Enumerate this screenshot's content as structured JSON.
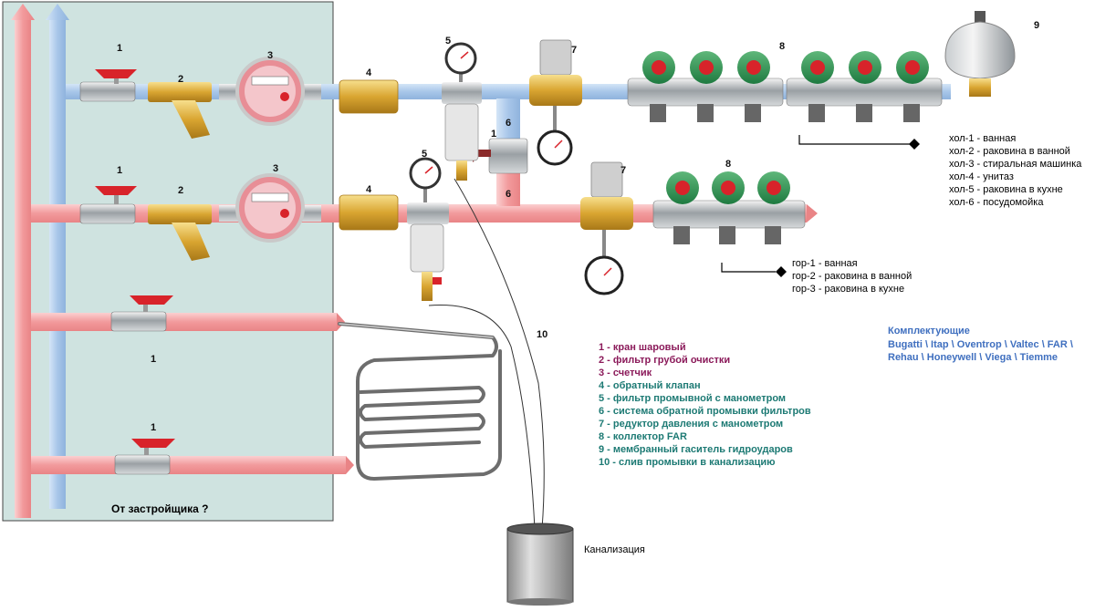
{
  "diagram": {
    "developer_caption": "От застройщика ?",
    "sewer_label": "Канализация",
    "markers": {
      "ball_valve": "1",
      "strainer": "2",
      "meter": "3",
      "check_valve": "4",
      "filter": "5",
      "backflush": "6",
      "reducer": "7",
      "manifold": "8",
      "arrestor": "9",
      "drain": "10"
    },
    "cold_outlets": [
      "хол-1 - ванная",
      "хол-2 - раковина в ванной",
      "хол-3 - стиральная машинка",
      "хол-4 - унитаз",
      "хол-5 - раковина в кухне",
      "хол-6 - посудомойка"
    ],
    "hot_outlets": [
      "гор-1 - ванная",
      "гор-2 - раковина в ванной",
      "гор-3 - раковина в кухне"
    ],
    "legend": [
      "1 - кран шаровый",
      "2 - фильтр грубой очистки",
      "3 - счетчик",
      "4 - обратный клапан",
      "5 - фильтр промывной с манометром",
      "6 - система обратной промывки фильтров",
      "7 - редуктор давления с манометром",
      "8 - коллектор FAR",
      "9 - мембранный гаситель гидроударов",
      "10 - слив промывки в канализацию"
    ],
    "brands_title": "Комплектующие",
    "brands_lines": [
      "Bugatti \\ Itap \\ Oventrop \\ Valtec \\ FAR \\",
      "Rehau \\ Honeywell \\ Viega \\ Tiemme"
    ],
    "colors": {
      "hot_pipe": "#f4a3a5",
      "cold_pipe": "#a9c7ea",
      "panel": "#cfe3e0",
      "valve_handle": "#d8232a",
      "brass": "#d9a531",
      "legend_red": "#8b1a5a",
      "legend_teal": "#1d7a74",
      "brands_blue": "#3f6fbf"
    }
  }
}
